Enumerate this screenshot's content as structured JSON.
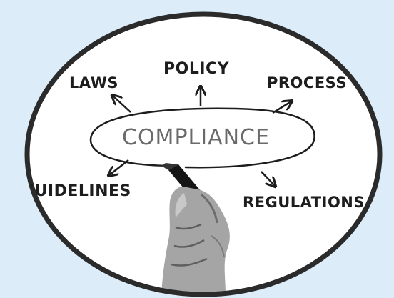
{
  "diagram": {
    "center_label": "COMPLIANCE",
    "nodes": [
      {
        "id": "laws",
        "label": "LAWS"
      },
      {
        "id": "policy",
        "label": "POLICY"
      },
      {
        "id": "process",
        "label": "PROCESS"
      },
      {
        "id": "guidelines",
        "label": "GUIDELINES"
      },
      {
        "id": "regulations",
        "label": "REGULATIONS"
      }
    ]
  },
  "colors": {
    "background": "#dcedf9",
    "frame": "#2b2b2b",
    "ink": "#1d1d1d",
    "paper": "#ffffff"
  }
}
